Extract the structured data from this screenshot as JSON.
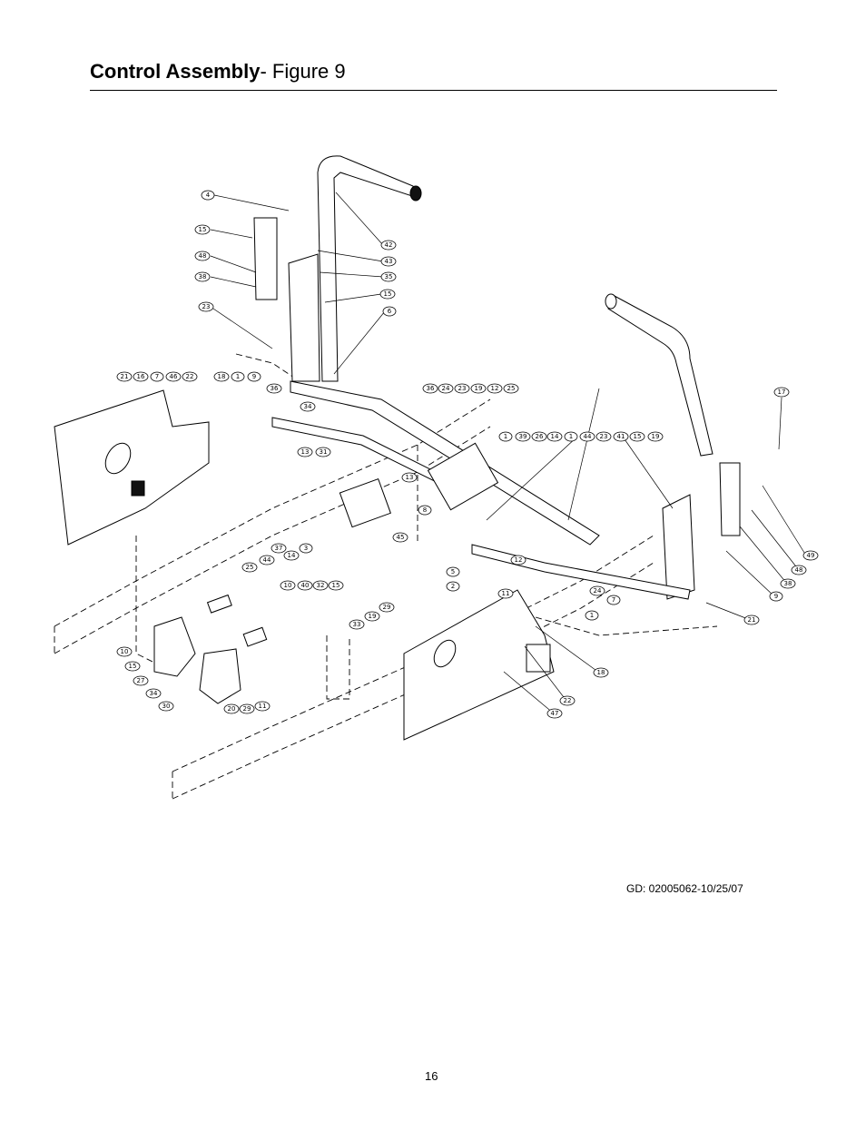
{
  "header": {
    "title_bold": "Control Assembly",
    "title_rest": "- Figure 9"
  },
  "drawing_number": "GD: 02005062-10/25/07",
  "page_number": "16",
  "callouts": [
    "4",
    "15",
    "48",
    "38",
    "23",
    "42",
    "43",
    "35",
    "15",
    "6",
    "21",
    "16",
    "7",
    "46",
    "22",
    "18",
    "1",
    "9",
    "36",
    "34",
    "13",
    "31",
    "13",
    "36",
    "24",
    "23",
    "19",
    "12",
    "25",
    "1",
    "39",
    "26",
    "14",
    "1",
    "44",
    "23",
    "41",
    "15",
    "19",
    "17",
    "8",
    "45",
    "5",
    "2",
    "12",
    "11",
    "37",
    "14",
    "3",
    "40",
    "32",
    "15",
    "44",
    "25",
    "10",
    "19",
    "33",
    "29",
    "10",
    "15",
    "27",
    "34",
    "30",
    "20",
    "29",
    "11",
    "24",
    "7",
    "1",
    "49",
    "48",
    "38",
    "9",
    "21",
    "18",
    "22",
    "47"
  ]
}
